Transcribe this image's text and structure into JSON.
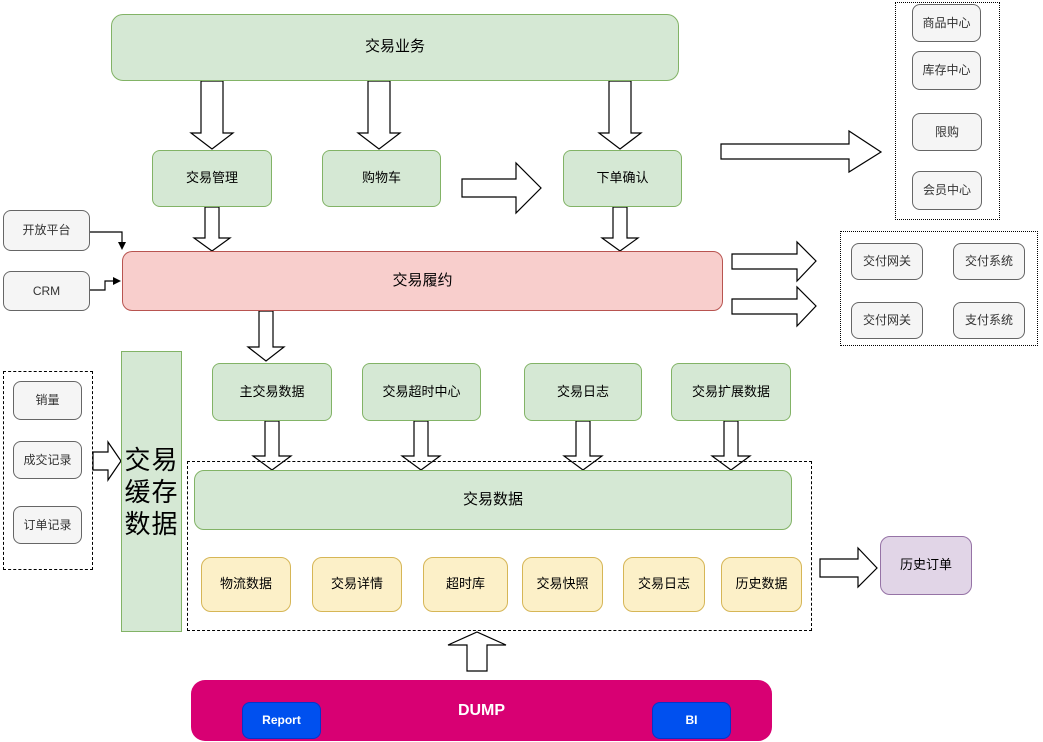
{
  "diagram": {
    "business": "交易业务",
    "row2": {
      "manage": "交易管理",
      "cart": "购物车",
      "confirm": "下单确认"
    },
    "external_services": [
      "商品中心",
      "库存中心",
      "限购",
      "会员中心"
    ],
    "inputs": {
      "open_platform": "开放平台",
      "crm": "CRM"
    },
    "fulfillment": "交易履约",
    "payment_services": [
      "交付网关",
      "交付系统",
      "交付网关",
      "支付系统"
    ],
    "data_nodes": [
      "主交易数据",
      "交易超时中心",
      "交易日志",
      "交易扩展数据"
    ],
    "cache": {
      "lines": [
        "交易",
        "缓存",
        "数据"
      ]
    },
    "cache_sources": [
      "销量",
      "成交记录",
      "订单记录"
    ],
    "trade_data": {
      "title": "交易数据",
      "stores": [
        "物流数据",
        "交易详情",
        "超时库",
        "交易快照",
        "交易日志",
        "历史数据"
      ]
    },
    "history_orders": "历史订单",
    "dump": {
      "title": "DUMP",
      "report": "Report",
      "bi": "BI"
    },
    "colors": {
      "node_green": "#d5e8d4",
      "green_border": "#82b366",
      "fulfillment_pink": "#f8cecc",
      "pink_border": "#b85450",
      "store_yellow": "#fcf0c8",
      "yellow_border": "#d6b656",
      "history_purple": "#e1d5e7",
      "purple_border": "#9673a6",
      "gray_fill": "#f5f5f5",
      "gray_border": "#666666",
      "dump_magenta": "#d80073",
      "button_blue": "#0050ef"
    }
  }
}
